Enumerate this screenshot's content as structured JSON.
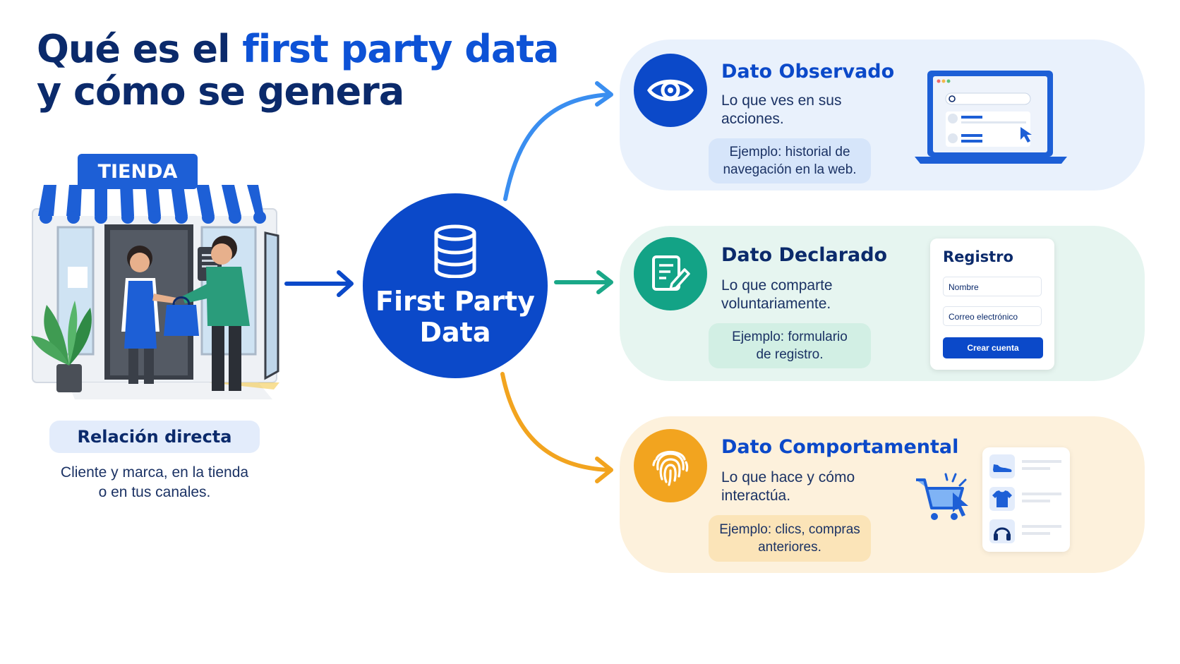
{
  "title": {
    "line1_prefix": "Qué es el ",
    "line1_highlight": "first party data",
    "line2": "y cómo se genera"
  },
  "store": {
    "sign": "TIENDA",
    "pill": "Relación directa",
    "desc_line1": "Cliente y marca, en la tienda",
    "desc_line2": "o en tus canales."
  },
  "hub": {
    "line1": "First Party",
    "line2": "Data",
    "icon": "database-icon"
  },
  "cards": {
    "observed": {
      "title": "Dato Observado",
      "desc_line1": "Lo que ves en sus",
      "desc_line2": "acciones.",
      "example_line1": "Ejemplo: historial de",
      "example_line2": "navegación en la web.",
      "icon": "eye-icon",
      "color": "#0b49c9"
    },
    "declared": {
      "title": "Dato Declarado",
      "desc_line1": "Lo que comparte",
      "desc_line2": "voluntariamente.",
      "example_line1": "Ejemplo: formulario",
      "example_line2": "de registro.",
      "icon": "form-edit-icon",
      "color": "#13a386"
    },
    "behavioral": {
      "title": "Dato Comportamental",
      "desc_line1": "Lo que hace y cómo",
      "desc_line2": "interactúa.",
      "example_line1": "Ejemplo: clics, compras",
      "example_line2": "anteriores.",
      "icon": "fingerprint-icon",
      "color": "#f2a41f"
    }
  },
  "register_form": {
    "title": "Registro",
    "name_field": "Nombre",
    "email_field": "Correo electrónico",
    "button": "Crear cuenta"
  },
  "colors": {
    "navy": "#0b2a6b",
    "blue": "#0b49c9",
    "highlight": "#0d52d6",
    "green": "#13a386",
    "orange": "#f2a41f"
  }
}
